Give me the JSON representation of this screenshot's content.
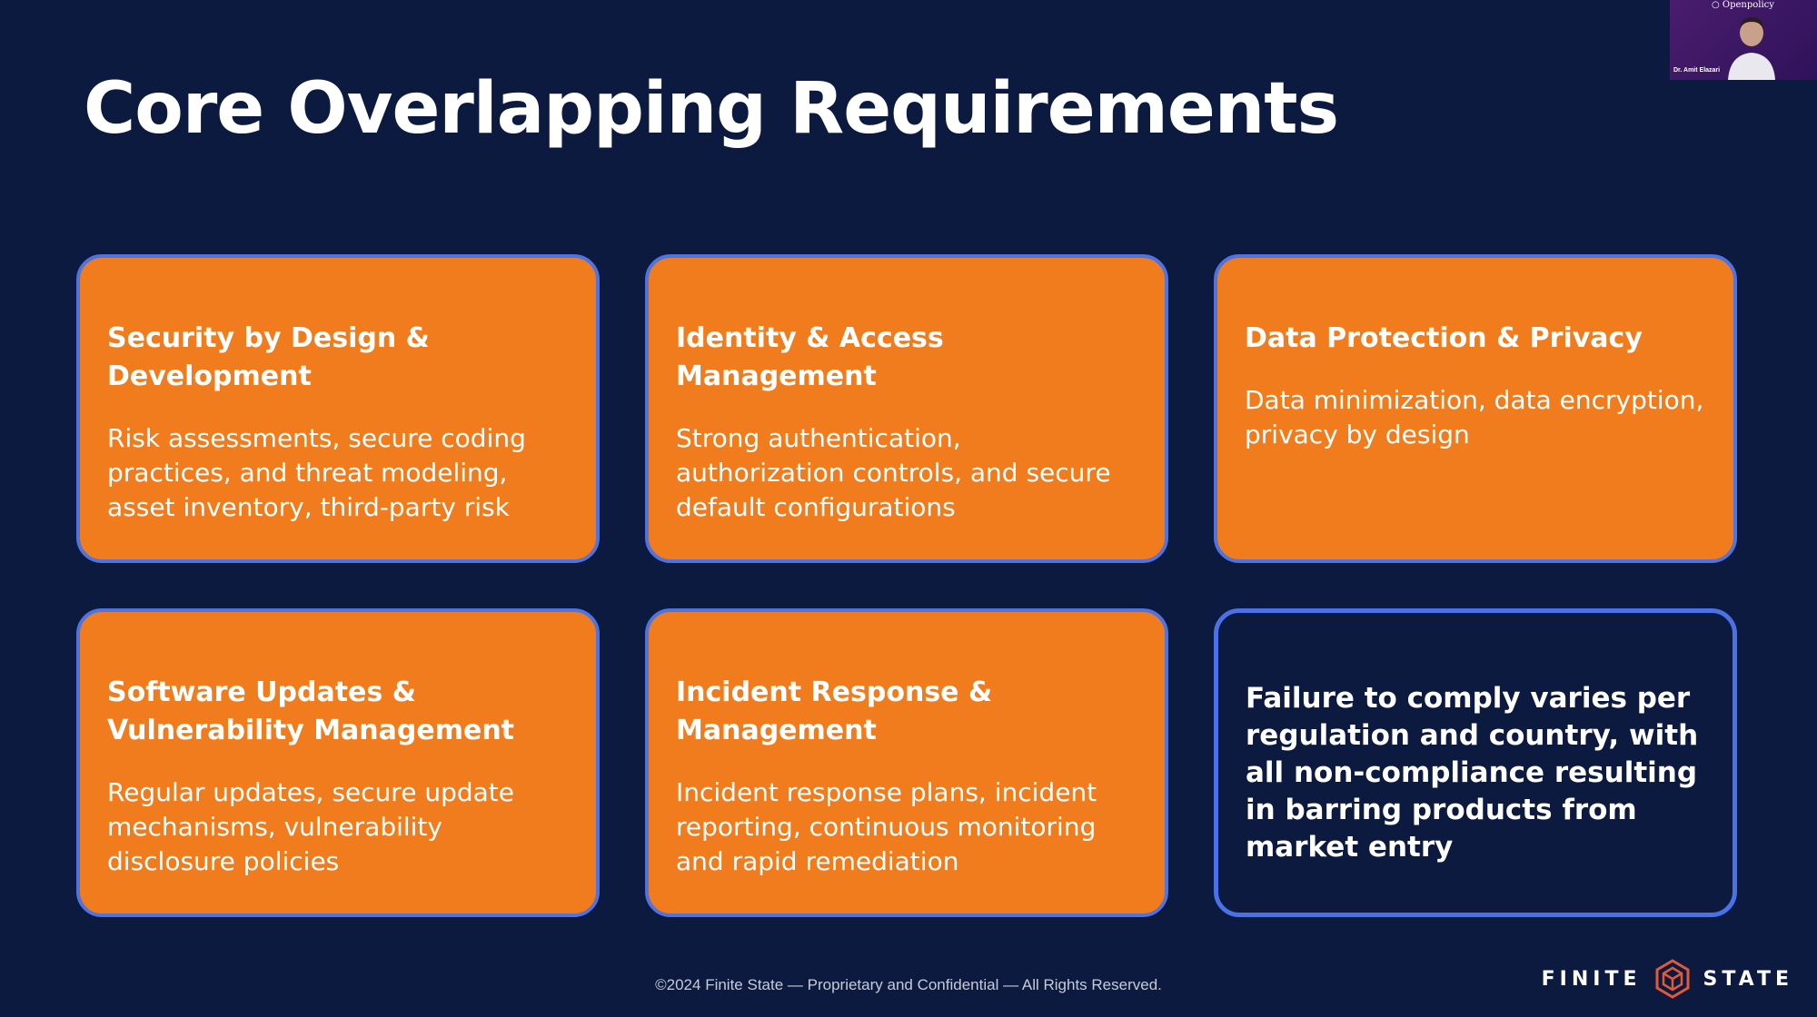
{
  "slide": {
    "title": "Core Overlapping Requirements"
  },
  "cards": [
    {
      "title": "Security by Design & Development",
      "body": "Risk assessments, secure coding practices, and threat modeling, asset inventory, third-party risk"
    },
    {
      "title": "Identity & Access Management",
      "body": "Strong authentication, authorization controls, and secure default configurations"
    },
    {
      "title": "Data Protection & Privacy",
      "body": "Data minimization, data encryption, privacy by design"
    },
    {
      "title": "Software Updates & Vulnerability Management",
      "body": "Regular updates, secure update mechanisms, vulnerability disclosure policies"
    },
    {
      "title": "Incident Response & Management",
      "body": "Incident response plans, incident reporting, continuous monitoring and rapid remediation"
    },
    {
      "body": "Failure to comply varies per regulation and country, with all non-compliance resulting in barring products from market entry"
    }
  ],
  "footer": {
    "copyright": "©2024 Finite State — Proprietary and Confidential — All Rights Reserved."
  },
  "brand": {
    "left_word": "FINITE",
    "right_word": "STATE",
    "icon": "hexagon-cube-logo-icon"
  },
  "video_tile": {
    "logo_text": "Openpolicy",
    "participant_name": "Dr. Amit Elazari"
  },
  "colors": {
    "background": "#0b1a3e",
    "card_orange": "#f07c1e",
    "card_border": "#4f73e0",
    "brand_accent": "#e05a3a"
  }
}
